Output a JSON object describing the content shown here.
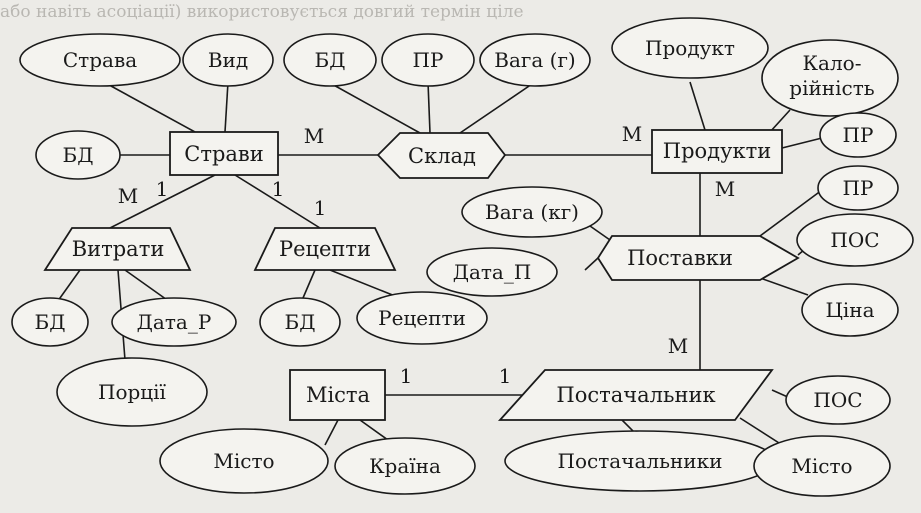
{
  "page_header": "або навіть асоціації) використовується довгий термін ціле",
  "entities": {
    "dishes": "Страви",
    "expenses": "Витрати",
    "recipes": "Рецепти",
    "composition": "Склад",
    "products": "Продукти",
    "deliveries": "Поставки",
    "cities": "Міста",
    "supplier": "Постачальник"
  },
  "attributes": {
    "dish": "Страва",
    "type": "Вид",
    "db_dishes": "БД",
    "db_comp": "БД",
    "pr_comp": "ПР",
    "weight_g": "Вага (г)",
    "product": "Продукт",
    "calories_1": "Кало-",
    "calories_2": "рійність",
    "pr_products": "ПР",
    "pr_deliveries": "ПР",
    "pos_deliveries": "ПОС",
    "price": "Ціна",
    "weight_kg": "Вага (кг)",
    "date_p": "Дата_П",
    "db_exp": "БД",
    "date_r": "Дата_Р",
    "portions": "Порції",
    "db_rec": "БД",
    "recipes_attr": "Рецепти",
    "city": "Місто",
    "country": "Країна",
    "suppliers_attr": "Постачальники",
    "city_sup": "Місто",
    "pos_sup": "ПОС"
  },
  "cardinalities": {
    "m": "М",
    "one": "1"
  }
}
